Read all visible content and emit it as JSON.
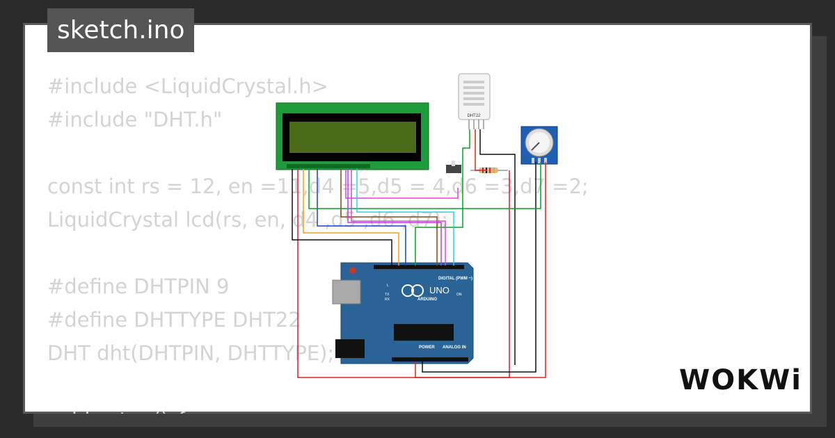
{
  "title": "sketch.ino",
  "code_lines": [
    "#include <LiquidCrystal.h>",
    "#include \"DHT.h\"",
    "",
    "const int rs = 12, en =11,d4 =5,d5 = 4,d6 =3,d7 =2;",
    "LiquidCrystal lcd(rs, en, d4 ,d5 ,d6 ,d7);",
    "",
    "#define DHTPIN 9",
    "#define DHTTYPE DHT22",
    "DHT dht(DHTPIN, DHTTYPE);",
    "",
    "void setup() {"
  ],
  "sensor_label": "DHT22",
  "board": {
    "name": "UNO",
    "brand": "ARDUINO",
    "digital_label": "DIGITAL (PWM ~)",
    "power_label": "POWER",
    "analog_label": "ANALOG IN",
    "on_label": "ON",
    "tx": "TX",
    "rx": "RX",
    "l": "L"
  },
  "brand_logo": "WOKWi",
  "colors": {
    "lcd_board": "#1f9b3b",
    "lcd_screen": "#4a6a1a",
    "arduino": "#2a6496",
    "wire_red": "#e02020",
    "wire_black": "#111111",
    "wire_blue": "#1a3ed6",
    "wire_orange": "#f0a020",
    "wire_green": "#0aa020",
    "wire_magenta": "#e040e0",
    "wire_cyan": "#30d0e0",
    "wire_brown": "#8b4513"
  }
}
